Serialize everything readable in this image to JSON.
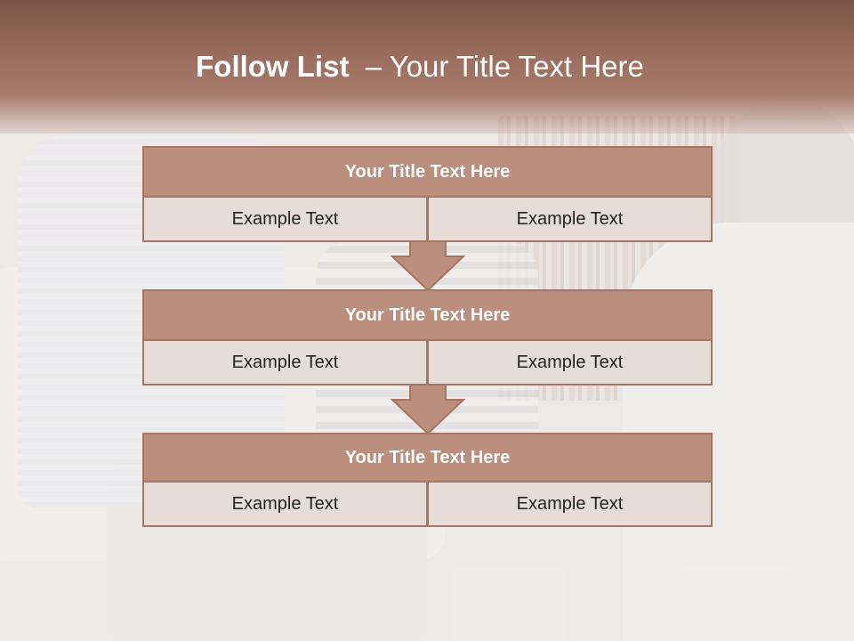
{
  "header": {
    "title_bold": "Follow List",
    "title_rest": "  – Your Title Text Here"
  },
  "cards": [
    {
      "title": "Your Title Text Here",
      "left": "Example Text",
      "right": "Example Text"
    },
    {
      "title": "Your Title Text Here",
      "left": "Example Text",
      "right": "Example Text"
    },
    {
      "title": "Your Title Text Here",
      "left": "Example Text",
      "right": "Example Text"
    }
  ],
  "colors": {
    "header": "#9c6f60",
    "card_head": "#bc8e7d",
    "card_border": "#a87463",
    "card_cell": "#e6dcd8"
  }
}
